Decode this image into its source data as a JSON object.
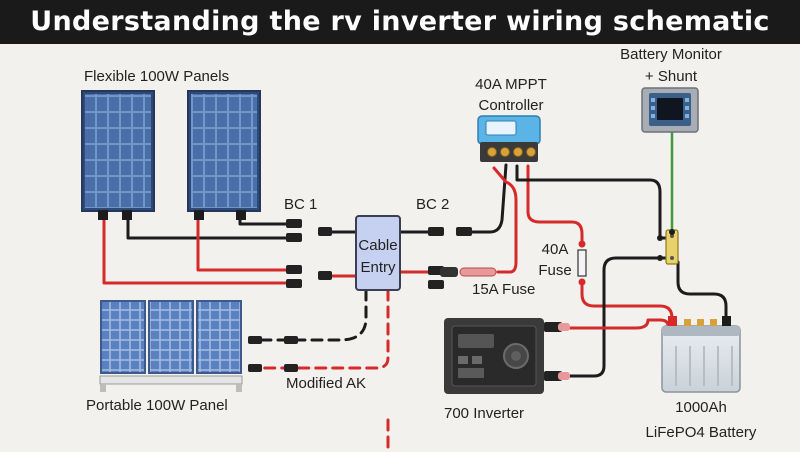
{
  "title": "Understanding the rv inverter wiring schematic",
  "labels": {
    "flexible_panels": "Flexible 100W Panels",
    "portable_panel": "Portable 100W Panel",
    "bc1": "BC 1",
    "bc2": "BC 2",
    "cable_entry_line1": "Cable",
    "cable_entry_line2": "Entry",
    "mppt_line1": "40A MPPT",
    "mppt_line2": "Controller",
    "battery_monitor_line1": "Battery Monitor",
    "battery_monitor_line2": "+ Shunt",
    "fuse_40a_line1": "40A",
    "fuse_40a_line2": "Fuse",
    "fuse_15a": "15A Fuse",
    "modified_ak": "Modified AK",
    "inverter": "700 Inverter",
    "battery_line1": "1000Ah",
    "battery_line2": "LiFePO4 Battery"
  },
  "colors": {
    "positive_wire": "#d62a2a",
    "negative_wire": "#1c1c1c",
    "sense_wire": "#3f9a3a",
    "panel": "#3d5a8c",
    "mppt": "#5ab4e6",
    "banner": "#1a1a1a"
  },
  "icons": [
    "flexible-solar-panel-icon",
    "portable-solar-panel-icon",
    "mppt-controller-icon",
    "battery-monitor-icon",
    "shunt-icon",
    "cable-entry-box-icon",
    "fuse-icon",
    "inverter-icon",
    "lifepo4-battery-icon"
  ]
}
